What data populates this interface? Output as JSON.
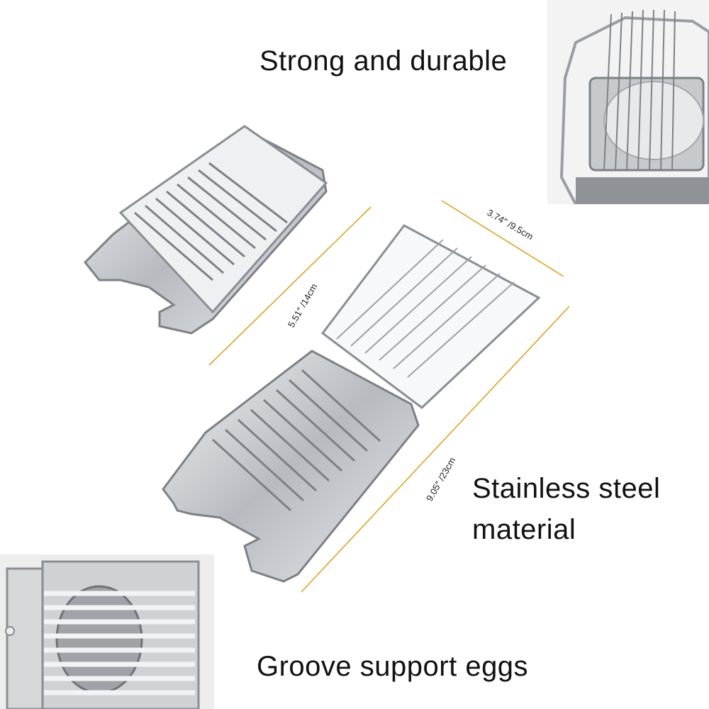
{
  "captions": {
    "durable": "Strong and durable",
    "material_line1": "Stainless steel",
    "material_line2": "material",
    "groove": "Groove support eggs"
  },
  "dimensions": {
    "width": "3.74″ /9.5cm",
    "closed_length": "5.51″ /14cm",
    "open_length": "9.05″ /23cm"
  },
  "colors": {
    "dimension_line": "#d9a520",
    "steel": "#c9ccd0",
    "steel_dark": "#7d8187",
    "background": "#ffffff"
  }
}
